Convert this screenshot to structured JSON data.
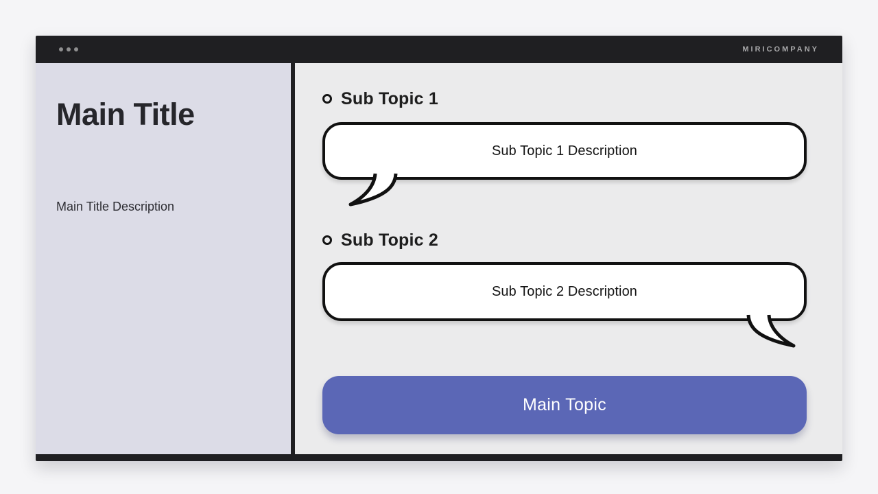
{
  "window": {
    "brand": "MIRICOMPANY",
    "menu_dots_icon": "ellipsis-icon"
  },
  "sidebar": {
    "title": "Main Title",
    "description": "Main Title Description"
  },
  "main": {
    "topics": [
      {
        "label": "Sub Topic 1",
        "description": "Sub Topic 1 Description",
        "bullet_icon": "circle-outline-icon",
        "tail_side": "left"
      },
      {
        "label": "Sub Topic 2",
        "description": "Sub Topic 2 Description",
        "bullet_icon": "circle-outline-icon",
        "tail_side": "right"
      }
    ],
    "main_topic_label": "Main Topic"
  },
  "colors": {
    "frame": "#1f1f22",
    "page_background": "#f5f5f7",
    "sidebar_background": "#dcdce7",
    "panel_background": "#ebebec",
    "bubble_fill": "#ffffff",
    "bubble_border": "#111111",
    "accent_button": "#5b67b6",
    "brand_text": "#a9a9ab"
  }
}
